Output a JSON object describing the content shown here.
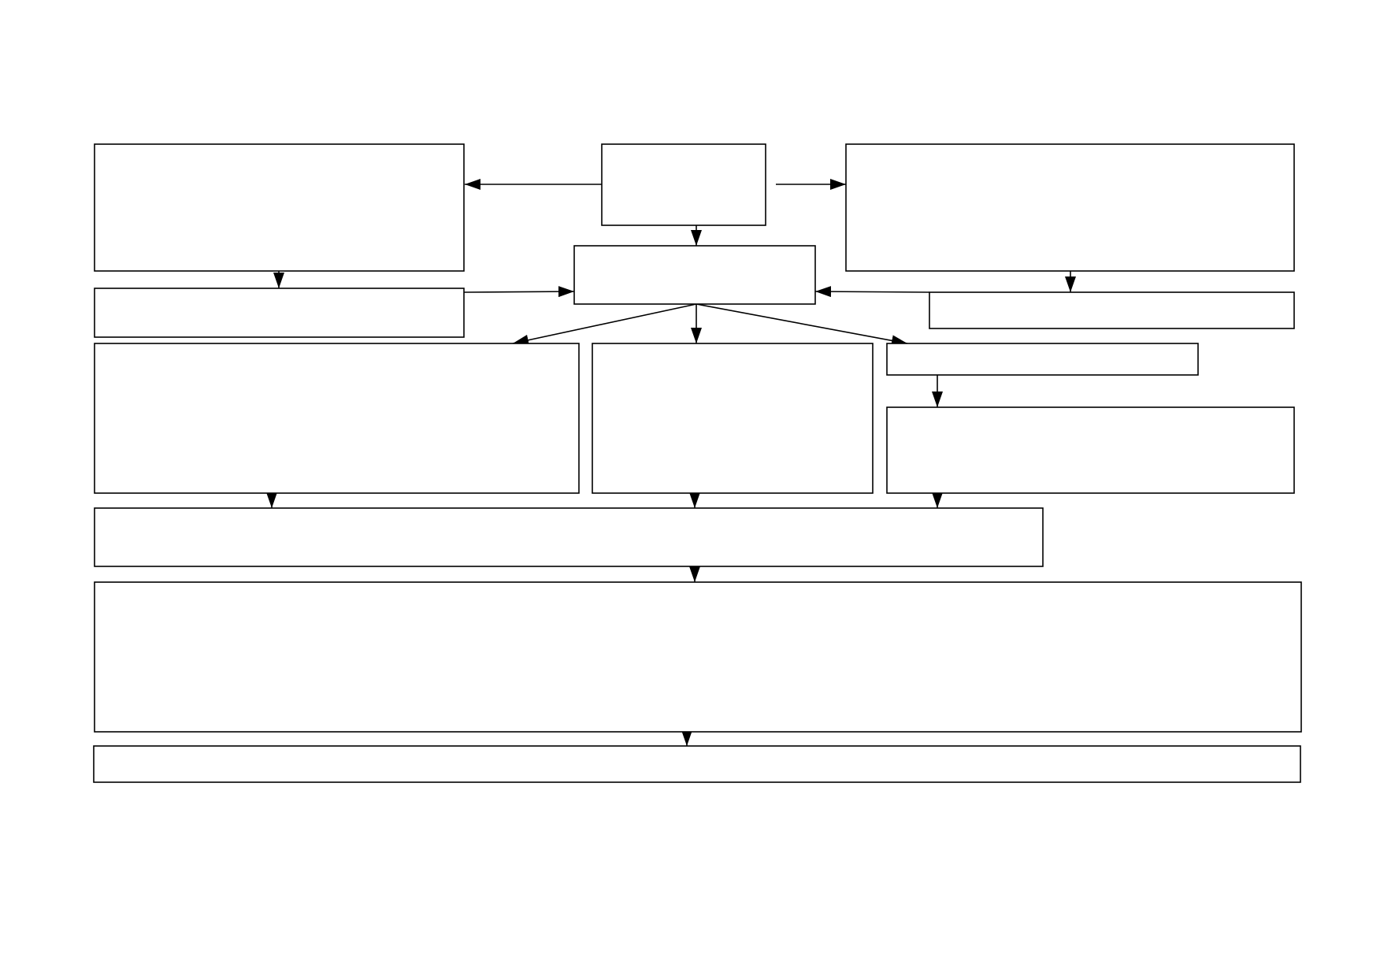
{
  "diagram": {
    "type": "flowchart",
    "nodes": [
      {
        "id": "center-top",
        "label": ""
      },
      {
        "id": "top-left",
        "label": ""
      },
      {
        "id": "top-right",
        "label": ""
      },
      {
        "id": "center-hub",
        "label": ""
      },
      {
        "id": "left-secondary",
        "label": ""
      },
      {
        "id": "right-secondary",
        "label": ""
      },
      {
        "id": "mid-left",
        "label": ""
      },
      {
        "id": "mid-center",
        "label": ""
      },
      {
        "id": "mid-right-small",
        "label": ""
      },
      {
        "id": "mid-right-large",
        "label": ""
      },
      {
        "id": "merge-band",
        "label": ""
      },
      {
        "id": "bottom-large",
        "label": ""
      },
      {
        "id": "bottom-band",
        "label": ""
      }
    ],
    "edges": [
      {
        "from": "center-top",
        "to": "top-left"
      },
      {
        "from": "center-top",
        "to": "top-right"
      },
      {
        "from": "center-top",
        "to": "center-hub"
      },
      {
        "from": "top-left",
        "to": "left-secondary"
      },
      {
        "from": "left-secondary",
        "to": "center-hub"
      },
      {
        "from": "top-right",
        "to": "right-secondary"
      },
      {
        "from": "right-secondary",
        "to": "center-hub"
      },
      {
        "from": "center-hub",
        "to": "mid-left"
      },
      {
        "from": "center-hub",
        "to": "mid-center"
      },
      {
        "from": "center-hub",
        "to": "mid-right-small"
      },
      {
        "from": "mid-right-small",
        "to": "mid-right-large"
      },
      {
        "from": "mid-left",
        "to": "merge-band"
      },
      {
        "from": "mid-center",
        "to": "merge-band"
      },
      {
        "from": "mid-right-large",
        "to": "merge-band"
      },
      {
        "from": "merge-band",
        "to": "bottom-large"
      },
      {
        "from": "bottom-large",
        "to": "bottom-band"
      }
    ]
  }
}
